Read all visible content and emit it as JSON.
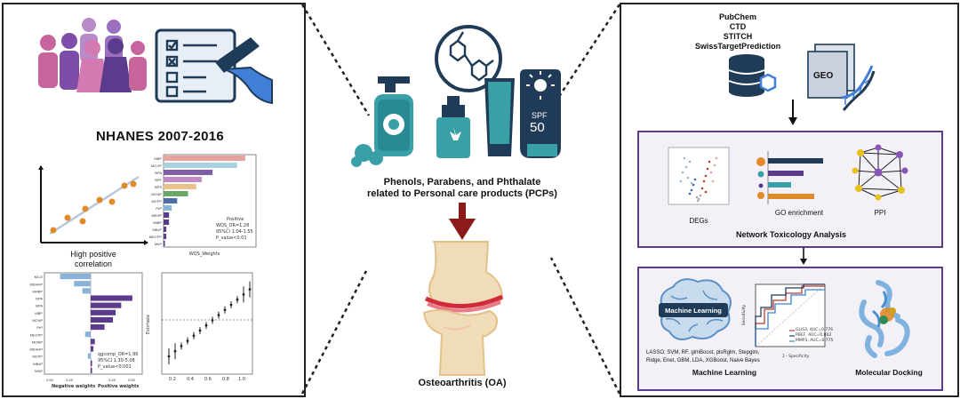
{
  "left": {
    "title": "NHANES 2007-2016",
    "scatter_label_line1": "High positive",
    "scatter_label_line2": "correlation",
    "wqs_xlabel": "WQS_Weights",
    "wqs_legend": [
      "Positive",
      "WQS_OR=1.28",
      "95%CI 1.04-1.55",
      "P_value<0.01"
    ],
    "wqs_rows": [
      {
        "label": "MBP",
        "value": 0.3
      },
      {
        "label": "MCOP",
        "value": 0.27
      },
      {
        "label": "BPA",
        "value": 0.18
      },
      {
        "label": "BPF",
        "value": 0.14
      },
      {
        "label": "BPS",
        "value": 0.12
      },
      {
        "label": "MCNP",
        "value": 0.09
      },
      {
        "label": "MCPP",
        "value": 0.05
      },
      {
        "label": "PrP",
        "value": 0.03
      },
      {
        "label": "MEHP",
        "value": 0.02
      },
      {
        "label": "MiBP",
        "value": 0.02
      },
      {
        "label": "MBzP",
        "value": 0.01
      },
      {
        "label": "MECPP",
        "value": 0.01
      },
      {
        "label": "MeP",
        "value": 0.005
      }
    ],
    "qgc_rows": [
      {
        "label": "MCO",
        "value": -0.22
      },
      {
        "label": "MEHHP",
        "value": -0.12
      },
      {
        "label": "MHBP",
        "value": -0.06
      },
      {
        "label": "BPA",
        "value": 0.3
      },
      {
        "label": "BPA",
        "value": 0.22
      },
      {
        "label": "MBP",
        "value": 0.18
      },
      {
        "label": "MCNP",
        "value": 0.16
      },
      {
        "label": "PrP",
        "value": 0.1
      },
      {
        "label": "MECPP",
        "value": -0.04
      },
      {
        "label": "MONP",
        "value": 0.03
      },
      {
        "label": "MEHHP",
        "value": 0.02
      },
      {
        "label": "MCPP",
        "value": -0.02
      },
      {
        "label": "MBzP",
        "value": 0.01
      },
      {
        "label": "MNP",
        "value": 0.01
      }
    ],
    "qgc_legend": [
      "qgcomp_OR=1.96",
      "95%CI 1.30-5.08",
      "P_value<0.001"
    ],
    "qgc_xlabels": [
      "Negative weights",
      "Positive weights"
    ],
    "qgc_ticks": [
      "0.50",
      "0.25",
      "0.25",
      "0.50"
    ],
    "forest_ylabel": "Estimate",
    "forest_ticks": [
      "0.2",
      "0.4",
      "0.6",
      "0.8",
      "1.0"
    ]
  },
  "center": {
    "pcp_line1": "Phenols, Parabens, and Phthalate",
    "pcp_line2": "related to Personal care products (PCPs)",
    "spf_text": "SPF",
    "spf_value": "50",
    "oa_label": "Osteoarthritis (OA)"
  },
  "right": {
    "databases": [
      "PubChem",
      "CTD",
      "STITCH",
      "SwissTargetPrediction"
    ],
    "geo_label": "GEO",
    "degs_label": "DEGs",
    "go_label": "GO enrichment",
    "ppi_label": "PPI",
    "nta_label": "Network Toxicology Analysis",
    "ml_brain_label": "Machine Learning",
    "ml_methods_line1": "LASSO, SVM, RF, glmBoost, plsRglm, Stepglm,",
    "ml_methods_line2": "Ridge, Enet, GBM, LDA, XGBoost, Naive Bayes",
    "roc_legend": [
      "GLIS3, AUC=0.776",
      "PBEF, AUC=0.802",
      "MMP3, AUC=0.775"
    ],
    "roc_xlabel": "1 - Specificity",
    "roc_ylabel": "Sensitivity",
    "ml_label": "Machine Learning",
    "docking_label": "Molecular Docking"
  },
  "colors": {
    "purple_dark": "#5b3c8c",
    "purple_mid": "#8a55b8",
    "pink": "#c8649c",
    "navy": "#1f3b57",
    "teal": "#3aa0a8",
    "orange": "#e08a2a",
    "red_arrow": "#8b1a1a"
  }
}
